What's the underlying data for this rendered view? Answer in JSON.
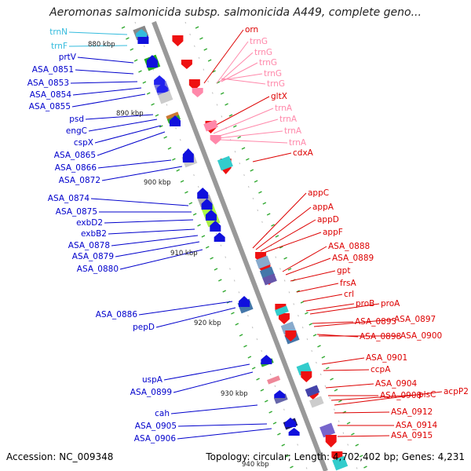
{
  "title": "Aeromonas salmonicida subsp. salmonicida A449, complete geno...",
  "accession": "Accession: NC_009348",
  "topology": "Topology: circular; Length: 4,702,402 bp; Genes: 4,231",
  "colors": {
    "backbone": "#999999",
    "forward_label": "#0000cc",
    "reverse_label": "#dd0000",
    "trna_forward": "#33bbdd",
    "trna_reverse": "#ff88aa",
    "ticks": "#33aa33"
  },
  "scale_marks": [
    "880 kbp",
    "890 kbp",
    "900 kbp",
    "910 kbp",
    "920 kbp",
    "930 kbp",
    "940 kbp"
  ],
  "forward_genes": [
    "trnN",
    "trnF",
    "prtV",
    "ASA_0851",
    "ASA_0853",
    "ASA_0854",
    "ASA_0855",
    "psd",
    "engC",
    "cspX",
    "ASA_0865",
    "ASA_0866",
    "ASA_0872",
    "ASA_0874",
    "ASA_0875",
    "exbD2",
    "exbB2",
    "ASA_0878",
    "ASA_0879",
    "ASA_0880",
    "ASA_0886",
    "pepD",
    "uspA",
    "ASA_0899",
    "cah",
    "ASA_0905",
    "ASA_0906"
  ],
  "reverse_genes": [
    "orn",
    "trnG",
    "trnG",
    "trnG",
    "trnG",
    "trnG",
    "gltX",
    "trnA",
    "trnA",
    "trnA",
    "trnA",
    "cdxA",
    "appC",
    "appA",
    "appD",
    "appF",
    "ASA_0888",
    "ASA_0889",
    "gpt",
    "frsA",
    "crl",
    "proB",
    "proA",
    "ASA_0895",
    "ASA_0897",
    "ASA_0898",
    "ASA_0900",
    "ASA_0901",
    "ccpA",
    "ASA_0904",
    "ASA_0908",
    "plsC",
    "acpP2",
    "ASA_0912",
    "ASA_0914",
    "ASA_0915"
  ]
}
